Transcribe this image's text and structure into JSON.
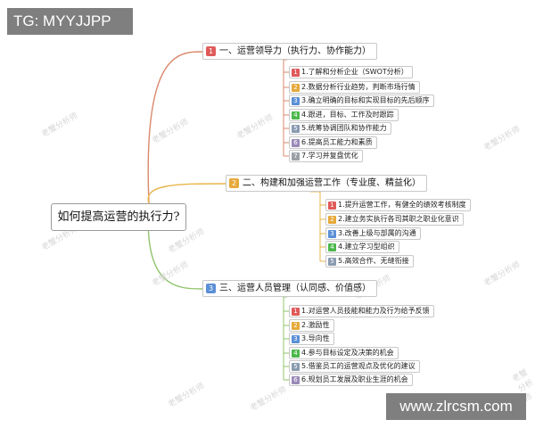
{
  "watermark_top_left": "TG: MYYJJPP",
  "watermark_bottom_right": "www.zlrcsm.com",
  "faint_watermark": "老蟹分析师",
  "root": "如何提高运营的执行力?",
  "priority_colors": [
    "#e05a5a",
    "#e6a93a",
    "#5b8fd6",
    "#4cb84c",
    "#8a9bb0",
    "#9a8ab8",
    "#9aa0a6"
  ],
  "branches": [
    {
      "badge": "1",
      "label": "一、运营领导力（执行力、协作能力）",
      "line_color": "#d9886c",
      "items": [
        {
          "badge": "1",
          "text": "1.了解和分析企业（SWOT分析）"
        },
        {
          "badge": "2",
          "text": "2.数据分析行业趋势，判断市场行情"
        },
        {
          "badge": "3",
          "text": "3.确立明确的目标和实现目标的先后顺序"
        },
        {
          "badge": "4",
          "text": "4.跟进，目标、工作及时跟踪"
        },
        {
          "badge": "5",
          "text": "5.统筹协调团队和协作能力"
        },
        {
          "badge": "6",
          "text": "6.提高员工能力和素质"
        },
        {
          "badge": "7",
          "text": "7.学习并复盘优化"
        }
      ]
    },
    {
      "badge": "2",
      "label": "二、构建和加强运营工作（专业度、精益化）",
      "line_color": "#e8b54a",
      "items": [
        {
          "badge": "1",
          "text": "1.提升运营工作，有健全的绩效考核制度"
        },
        {
          "badge": "2",
          "text": "2.建立务实执行各司其职之职业化意识"
        },
        {
          "badge": "3",
          "text": "3.改善上级与部属的沟通"
        },
        {
          "badge": "4",
          "text": "4.建立学习型组织"
        },
        {
          "badge": "5",
          "text": "5.高效合作、无缝衔接"
        }
      ]
    },
    {
      "badge": "3",
      "label": "三、运营人员管理（认同感、价值感）",
      "line_color": "#8fc36a",
      "items": [
        {
          "badge": "1",
          "text": "1.对运营人员技能和能力及行为给予反馈"
        },
        {
          "badge": "2",
          "text": "2.激励性"
        },
        {
          "badge": "3",
          "text": "3.导向性"
        },
        {
          "badge": "4",
          "text": "4.参与目标设定及决策的机会"
        },
        {
          "badge": "5",
          "text": "5.借鉴员工的运营观点及优化的建议"
        },
        {
          "badge": "6",
          "text": "6.规划员工发展及职业生涯的机会"
        }
      ]
    }
  ]
}
